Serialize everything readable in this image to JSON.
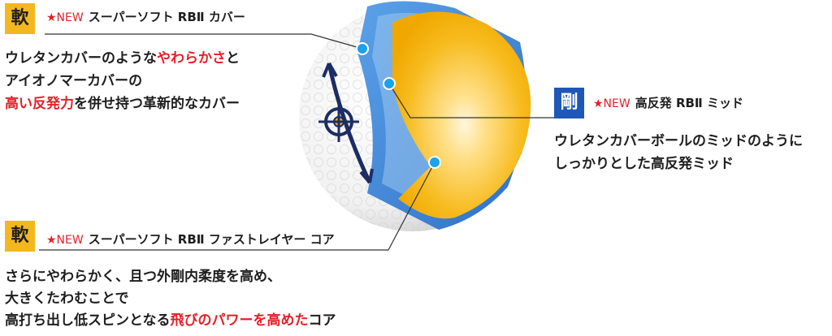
{
  "cover": {
    "badge": "軟",
    "new_mark": "★NEW",
    "title": "スーパーソフト RBⅡ カバー",
    "lines": [
      [
        {
          "t": "ウレタンカバーのような",
          "hl": false
        },
        {
          "t": "やわらかさ",
          "hl": true
        },
        {
          "t": "と",
          "hl": false
        }
      ],
      [
        {
          "t": "アイオノマーカバーの",
          "hl": false
        }
      ],
      [
        {
          "t": "高い反発力",
          "hl": true
        },
        {
          "t": "を併せ持つ革新的なカバー",
          "hl": false
        }
      ]
    ]
  },
  "mid": {
    "badge": "剛",
    "new_mark": "★NEW",
    "title": "高反発 RBⅡ ミッド",
    "lines": [
      [
        {
          "t": "ウレタンカバーボールのミッドのように",
          "hl": false
        }
      ],
      [
        {
          "t": "しっかりとした高反発ミッド",
          "hl": false
        }
      ]
    ]
  },
  "core": {
    "badge": "軟",
    "new_mark": "★NEW",
    "title": "スーパーソフト RBⅡ ファストレイヤー コア",
    "lines": [
      [
        {
          "t": "さらにやわらかく、且つ外剛内柔度を高め、",
          "hl": false
        }
      ],
      [
        {
          "t": "大きくたわむことで",
          "hl": false
        }
      ],
      [
        {
          "t": "高打ち出し低スピンとなる",
          "hl": false
        },
        {
          "t": "飛びのパワーを高めた",
          "hl": true
        },
        {
          "t": "コア",
          "hl": false
        }
      ]
    ]
  },
  "colors": {
    "soft_badge": "#f3b81f",
    "hard_badge": "#1f57b8",
    "highlight": "#e2212a",
    "cover_layer": "#3f86d6",
    "core": "#f5b417",
    "marker": "#1aa3e8",
    "arrow_navy": "#1c2d63"
  }
}
